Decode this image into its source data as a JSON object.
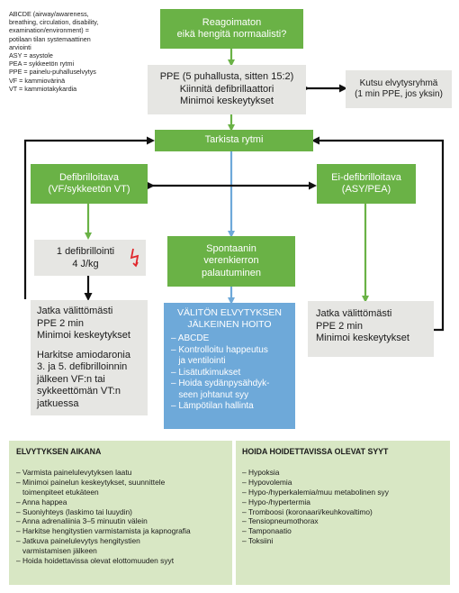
{
  "abbreviations": [
    "ABCDE (airway/awareness,",
    "breathing, circulation, disability,",
    "examination/environment) =",
    "potilaan tilan systemaattinen",
    "arviointi",
    "ASY = asystole",
    "PEA = sykkeetön rytmi",
    "PPE = painelu-puhalluselvytys",
    "VF = kammiovärinä",
    "VT = kammiotakykardia"
  ],
  "flow": {
    "unresponsive": [
      "Reagoimaton",
      "eikä hengitä normaalisti?"
    ],
    "cpr_start": [
      "PPE (5 puhallusta, sitten 15:2)",
      "Kiinnitä defibrillaattori",
      "Minimoi keskeytykset"
    ],
    "call_team": [
      "Kutsu elvytysryhmä",
      "(1 min PPE, jos yksin)"
    ],
    "check_rhythm": "Tarkista rytmi",
    "shockable": [
      "Defibrilloitava",
      "(VF/sykkeetön VT)"
    ],
    "non_shockable": [
      "Ei-defibrilloitava",
      "(ASY/PEA)"
    ],
    "shock": [
      "1 defibrillointi",
      "4 J/kg"
    ],
    "rosc": [
      "Spontaanin",
      "verenkierron",
      "palautuminen"
    ],
    "post_shock": [
      "Jatka välittömästi",
      "PPE 2 min",
      "Minimoi keskeytykset"
    ],
    "amiodarone": [
      "Harkitse amiodaronia",
      "3. ja 5. defibrilloinnin",
      "jälkeen VF:n tai",
      "sykkeettömän VT:n",
      "jatkuessa"
    ],
    "post_resus": {
      "title": [
        "VÄLITÖN ELVYTYKSEN",
        "JÄLKEINEN HOITO"
      ],
      "items": [
        "– ABCDE",
        "– Kontrolloitu happeutus",
        "   ja ventilointi",
        "– Lisätutkimukset",
        "– Hoida sydänpysähdyk-",
        "   seen johtanut syy",
        "– Lämpötilan hallinta"
      ]
    },
    "non_shock_cpr": [
      "Jatka välittömästi",
      "PPE 2 min",
      "Minimoi keskeytykset"
    ]
  },
  "during_cpr": {
    "title": "ELVYTYKSEN AIKANA",
    "items": [
      "– Varmista painelulevytyksen laatu",
      "– Minimoi painelun keskeytykset, suunnittele",
      "   toimenpiteet etukäteen",
      "– Anna happea",
      "– Suoniyhteys (laskimo tai luuydin)",
      "– Anna adrenaliinia 3–5 minuutin välein",
      "– Harkitse hengitystien varmistamista ja kapnografia",
      "– Jatkuva painelulevytys hengitystien",
      "   varmistamisen jälkeen",
      "– Hoida hoidettavissa olevat elottomuuden syyt"
    ]
  },
  "reversible": {
    "title": "HOIDA HOIDETTAVISSA OLEVAT SYYT",
    "items": [
      "– Hypoksia",
      "– Hypovolemia",
      "– Hypo-/hyperkalemia/muu metabolinen syy",
      "– Hypo-/hypertermia",
      "– Tromboosi (koronaari/keuhkovaltimo)",
      "– Tensiopneumothorax",
      "– Tamponaatio",
      "– Toksiini"
    ]
  },
  "colors": {
    "green": "#6ab246",
    "grey": "#e6e6e3",
    "blue": "#6ea9d9",
    "light_green": "#d8e7c4",
    "shock_symbol": "#e0262b"
  },
  "icons": [
    "lightning-bolt-icon"
  ]
}
